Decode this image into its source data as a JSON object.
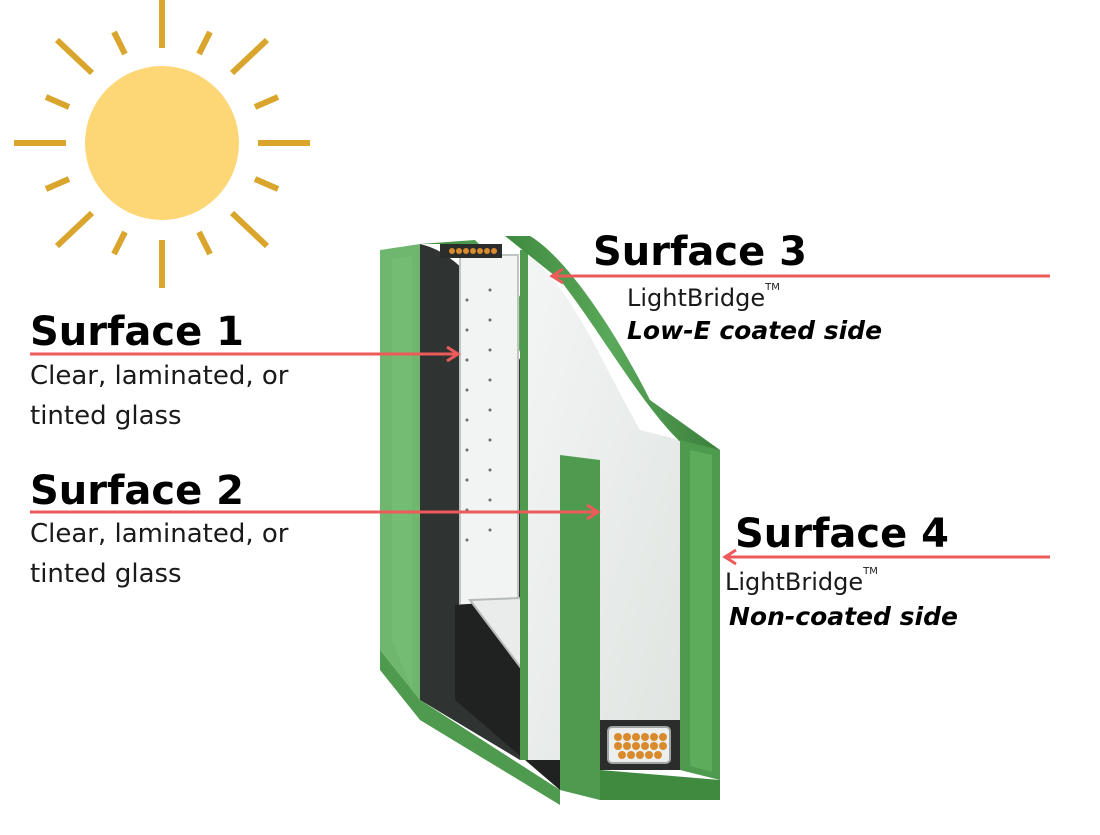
{
  "colors": {
    "sun_fill": "#FDD676",
    "sun_rays": "#D9A52C",
    "arrow": "#EC5A5A",
    "glass_edge": "#4E9A4E",
    "glass_light": "#E8ECEA",
    "spacer": "#2A2D2C",
    "desiccant": "#D98A2C"
  },
  "icons": {
    "sun": "sun-icon"
  },
  "surfaces": [
    {
      "id": "surface-1",
      "title": "Surface 1",
      "desc_lines": [
        "Clear, laminated, or",
        "tinted glass"
      ]
    },
    {
      "id": "surface-2",
      "title": "Surface 2",
      "desc_lines": [
        "Clear, laminated, or",
        "tinted glass"
      ]
    },
    {
      "id": "surface-3",
      "title": "Surface 3",
      "product": "LightBridge",
      "trademark": "TM",
      "coating": "Low-E coated side"
    },
    {
      "id": "surface-4",
      "title": "Surface 4",
      "product": "LightBridge",
      "trademark": "TM",
      "coating": "Non-coated side"
    }
  ]
}
